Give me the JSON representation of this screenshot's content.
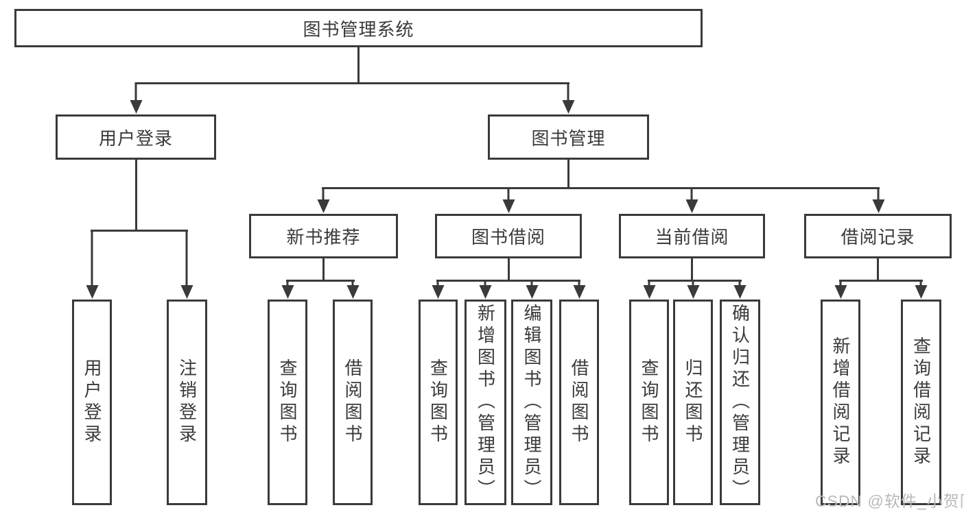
{
  "colors": {
    "line": "#3a3a3a",
    "text": "#3a3a3a",
    "box_bg": "#ffffff",
    "background": "#ffffff",
    "watermark": "#b9b9b9"
  },
  "watermark": "CSDN @软件_小贺同学",
  "tree": {
    "root": {
      "label": "图书管理系统",
      "children": [
        {
          "label": "用户登录",
          "children": [
            {
              "label": "用户登录"
            },
            {
              "label": "注销登录"
            }
          ]
        },
        {
          "label": "图书管理",
          "children": [
            {
              "label": "新书推荐",
              "children": [
                {
                  "label": "查询图书"
                },
                {
                  "label": "借阅图书"
                }
              ]
            },
            {
              "label": "图书借阅",
              "children": [
                {
                  "label": "查询图书"
                },
                {
                  "label": "新增图书（管理员）"
                },
                {
                  "label": "编辑图书（管理员）"
                },
                {
                  "label": "借阅图书"
                }
              ]
            },
            {
              "label": "当前借阅",
              "children": [
                {
                  "label": "查询图书"
                },
                {
                  "label": "归还图书"
                },
                {
                  "label": "确认归还（管理员）"
                }
              ]
            },
            {
              "label": "借阅记录",
              "children": [
                {
                  "label": "新增借阅记录"
                },
                {
                  "label": "查询借阅记录"
                }
              ]
            }
          ]
        }
      ]
    }
  }
}
